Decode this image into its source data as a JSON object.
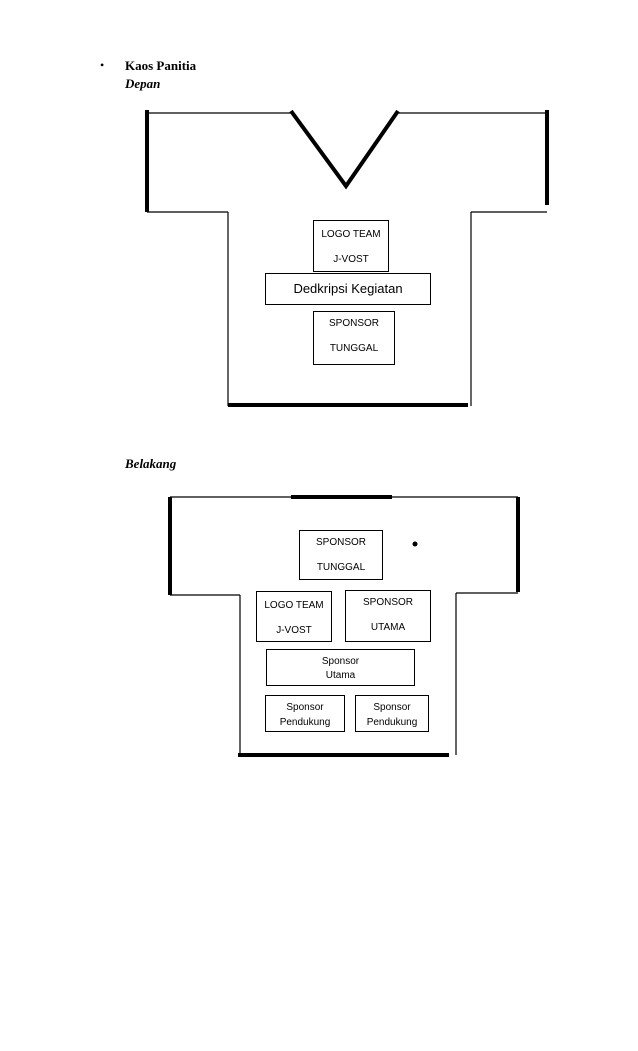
{
  "heading": {
    "bullet": "•",
    "title": "Kaos Panitia"
  },
  "front": {
    "label": "Depan",
    "logo_box": [
      "LOGO TEAM",
      "J-VOST"
    ],
    "desc_box": "Dedkripsi Kegiatan",
    "sponsor_box": [
      "SPONSOR",
      "TUNGGAL"
    ]
  },
  "back": {
    "label": "Belakang",
    "sponsor_tunggal": [
      "SPONSOR",
      "TUNGGAL"
    ],
    "logo_box": [
      "LOGO TEAM",
      "J-VOST"
    ],
    "sponsor_utama_caps": [
      "SPONSOR",
      "UTAMA"
    ],
    "sponsor_utama": [
      "Sponsor",
      "Utama"
    ],
    "pendukung_left": [
      "Sponsor",
      "Pendukung"
    ],
    "pendukung_right": [
      "Sponsor",
      "Pendukung"
    ]
  }
}
